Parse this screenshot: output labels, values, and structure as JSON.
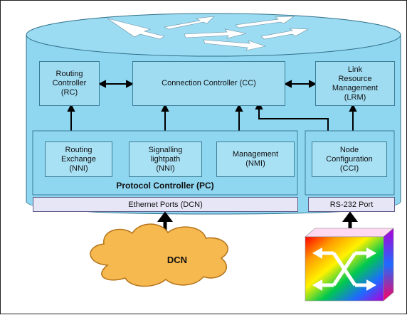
{
  "diagram": {
    "routing_controller": "Routing\nController\n(RC)",
    "connection_controller": "Connection Controller (CC)",
    "link_resource_management": "Link\nResource\nManagement\n(LRM)",
    "routing_exchange": "Routing\nExchange\n(NNI)",
    "signalling_lightpath": "Signalling\nlightpath\n(NNI)",
    "management": "Management\n(NMI)",
    "node_configuration": "Node\nConfiguration\n(CCI)",
    "protocol_controller": "Protocol Controller (PC)",
    "ethernet_ports": "Ethernet Ports (DCN)",
    "rs232_port": "RS-232 Port",
    "dcn": "DCN"
  },
  "colors": {
    "cylinder": "#8fd6f0",
    "cylinder_top": "#9cdcf3",
    "box": "#9fdcf2",
    "port": "#e7e6f7"
  },
  "icons": [
    "router-arrows-icon",
    "cloud-icon",
    "optical-switch-icon"
  ]
}
